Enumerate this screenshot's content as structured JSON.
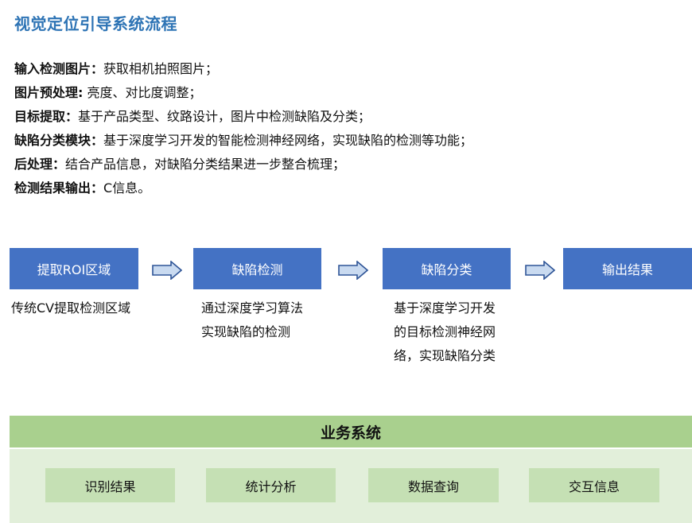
{
  "title": "视觉定位引导系统流程",
  "description": [
    {
      "label": "输入检测图片：",
      "text": "获取相机拍照图片；"
    },
    {
      "label": "图片预处理:",
      "text": " 亮度、对比度调整；"
    },
    {
      "label": "目标提取：",
      "text": "基于产品类型、纹路设计，图片中检测缺陷及分类；"
    },
    {
      "label": "缺陷分类模块：",
      "text": "基于深度学习开发的智能检测神经网络，实现缺陷的检测等功能；"
    },
    {
      "label": "后处理：",
      "text": "结合产品信息，对缺陷分类结果进一步整合梳理；"
    },
    {
      "label": "检测结果输出：",
      "text": "C信息。"
    }
  ],
  "flow": {
    "steps": [
      "提取ROI区域",
      "缺陷检测",
      "缺陷分类",
      "输出结果"
    ],
    "notes": [
      [
        "传统CV提取检测区域"
      ],
      [
        "通过深度学习算法",
        "实现缺陷的检测"
      ],
      [
        "基于深度学习开发",
        "的目标检测神经网",
        "络，实现缺陷分类"
      ]
    ]
  },
  "business": {
    "title": "业务系统",
    "items": [
      "识别结果",
      "统计分析",
      "数据查询",
      "交互信息"
    ]
  },
  "colors": {
    "title": "#2e74b5",
    "step_fill": "#4472c4",
    "arrow_fill": "#c9daf0",
    "arrow_stroke": "#2f5597",
    "business_header": "#a9d08e",
    "business_body": "#e2efda",
    "business_item": "#c5e0b4"
  }
}
